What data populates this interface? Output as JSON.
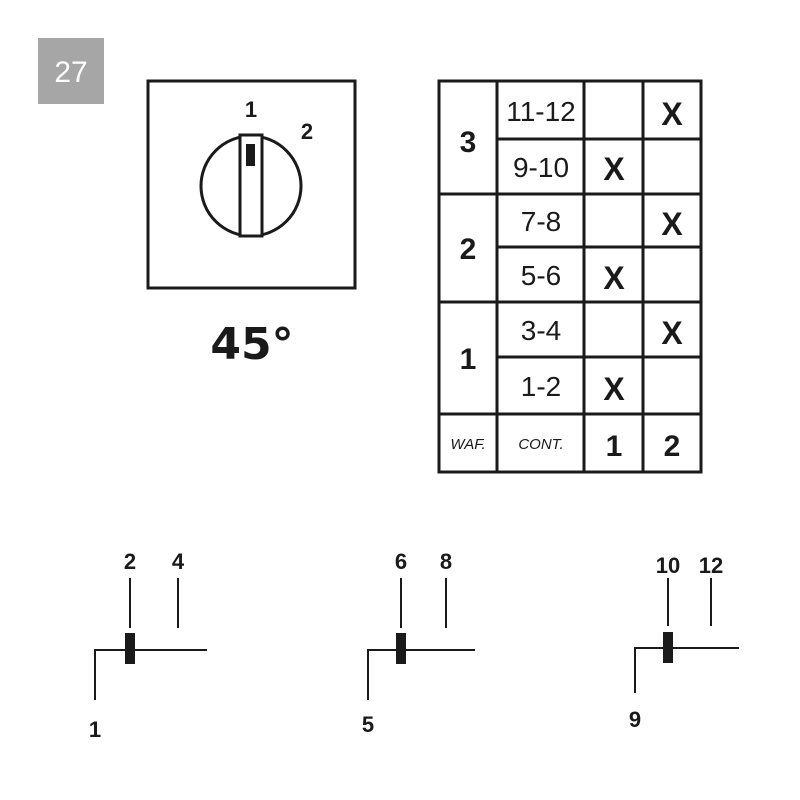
{
  "badge": "27",
  "angle_label": "45°",
  "knob_positions": [
    "1",
    "2"
  ],
  "table": {
    "header": {
      "wafer": "WAF.",
      "contacts": "CONT.",
      "pos1": "1",
      "pos2": "2"
    },
    "mark": "X",
    "wafers": [
      {
        "label": "3",
        "rows": [
          {
            "contacts": "11-12",
            "pos1": false,
            "pos2": true
          },
          {
            "contacts": "9-10",
            "pos1": true,
            "pos2": false
          }
        ]
      },
      {
        "label": "2",
        "rows": [
          {
            "contacts": "7-8",
            "pos1": false,
            "pos2": true
          },
          {
            "contacts": "5-6",
            "pos1": true,
            "pos2": false
          }
        ]
      },
      {
        "label": "1",
        "rows": [
          {
            "contacts": "3-4",
            "pos1": false,
            "pos2": true
          },
          {
            "contacts": "1-2",
            "pos1": true,
            "pos2": false
          }
        ]
      }
    ]
  },
  "schematics": [
    {
      "common": "1",
      "top_left": "2",
      "top_right": "4"
    },
    {
      "common": "5",
      "top_left": "6",
      "top_right": "8"
    },
    {
      "common": "9",
      "top_left": "10",
      "top_right": "12"
    }
  ],
  "colors": {
    "badge_bg": "#a6a6a6",
    "ink": "#1a1a1a"
  }
}
